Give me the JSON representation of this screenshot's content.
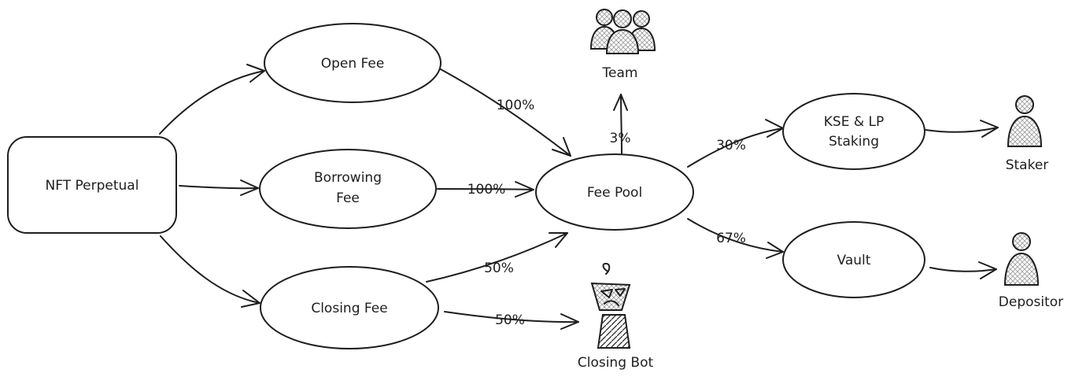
{
  "nodes": {
    "nft_perpetual": "NFT Perpetual",
    "open_fee": "Open Fee",
    "borrowing_fee_line1": "Borrowing",
    "borrowing_fee_line2": "Fee",
    "closing_fee": "Closing Fee",
    "fee_pool": "Fee Pool",
    "kse_lp_line1": "KSE & LP",
    "kse_lp_line2": "Staking",
    "vault": "Vault"
  },
  "actors": {
    "team": "Team",
    "closing_bot": "Closing Bot",
    "staker": "Staker",
    "depositor": "Depositor"
  },
  "edge_labels": {
    "open_to_pool": "100%",
    "borrowing_to_pool": "100%",
    "closing_to_pool": "50%",
    "closing_to_bot": "50%",
    "pool_to_team": "3%",
    "pool_to_kse": "30%",
    "pool_to_vault": "67%"
  }
}
